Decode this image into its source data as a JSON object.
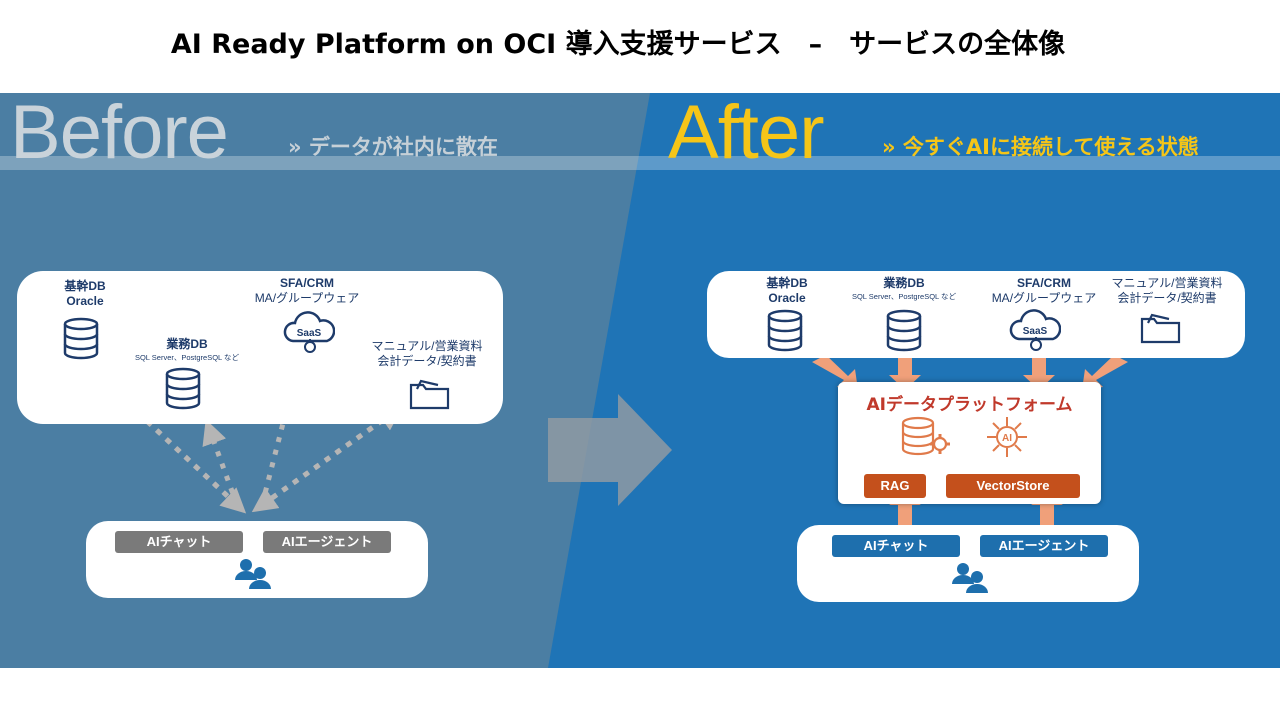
{
  "title": "AI Ready Platform on OCI 導入支援サービス　–　サービスの全体像",
  "colors": {
    "before_bg": "#4b7ea3",
    "after_bg": "#1f74b6",
    "accent_yellow": "#f5c518",
    "arrow_orange": "#f0a07a",
    "platform_red": "#c0392b"
  },
  "before": {
    "heading": "Before",
    "subheading": "データが社内に散在",
    "sources": {
      "kikan": {
        "line1": "基幹DB",
        "line2": "Oracle"
      },
      "gyomu": {
        "line1": "業務DB",
        "detail": "SQL Server、PostgreSQL など"
      },
      "sfa": {
        "line1": "SFA/CRM",
        "line2": "MA/グループウェア"
      },
      "manual": {
        "line1": "マニュアル/営業資料",
        "line2": "会計データ/契約書"
      }
    },
    "chat_label": "AIチャット",
    "agent_label": "AIエージェント"
  },
  "after": {
    "heading": "After",
    "subheading": "今すぐAIに接続して使える状態",
    "sources": {
      "kikan": {
        "line1": "基幹DB",
        "line2": "Oracle"
      },
      "gyomu": {
        "line1": "業務DB",
        "detail": "SQL Server、PostgreSQL など"
      },
      "sfa": {
        "line1": "SFA/CRM",
        "line2": "MA/グループウェア"
      },
      "manual": {
        "line1": "マニュアル/営業資料",
        "line2": "会計データ/契約書"
      }
    },
    "platform": {
      "title": "AIデータプラットフォーム",
      "rag_label": "RAG",
      "vector_label": "VectorStore"
    },
    "chat_label": "AIチャット",
    "agent_label": "AIエージェント"
  },
  "icons": [
    "database-icon",
    "saas-cloud-icon",
    "folder-icon",
    "users-icon",
    "database-gear-icon",
    "ai-chip-icon",
    "chevron-right-icon"
  ]
}
